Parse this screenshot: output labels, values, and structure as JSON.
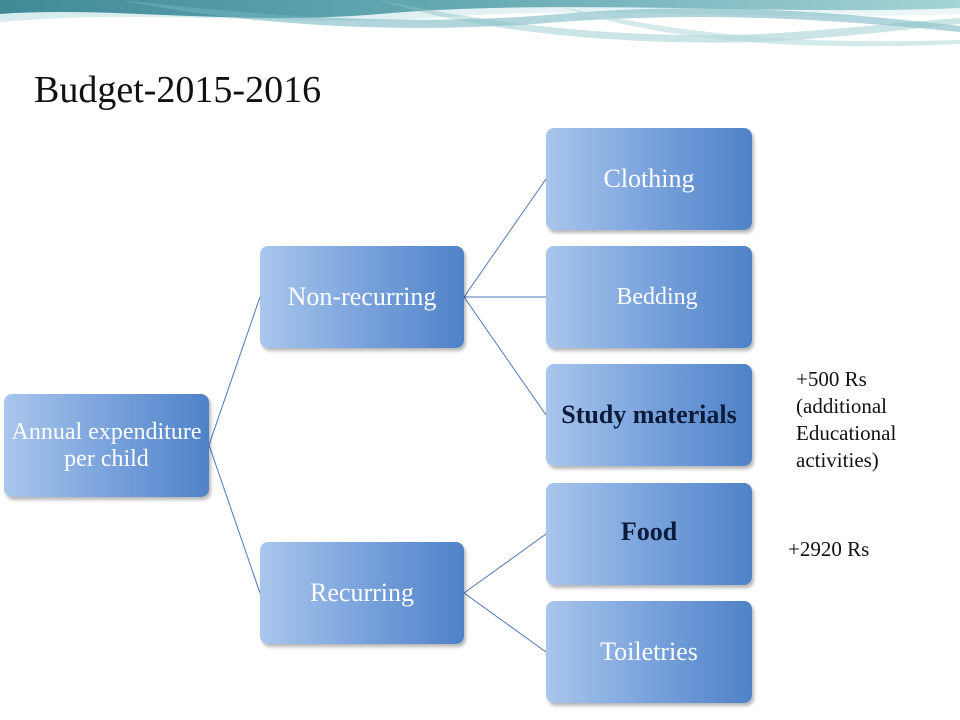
{
  "slide": {
    "title": "Budget-2015-2016"
  },
  "diagram": {
    "root": "Annual expenditure per child",
    "non_recurring": {
      "label": "Non-recurring",
      "items": [
        "Clothing",
        "Bedding",
        "Study materials"
      ]
    },
    "recurring": {
      "label": "Recurring",
      "items": [
        "Food",
        "Toiletries"
      ]
    }
  },
  "notes": {
    "study_materials": "+500 Rs (additional Educational activities)",
    "food": "+2920 Rs"
  },
  "colors": {
    "node_light": "#a9c6ec",
    "node_dark": "#4f82c8",
    "connector": "#4f78b8"
  }
}
